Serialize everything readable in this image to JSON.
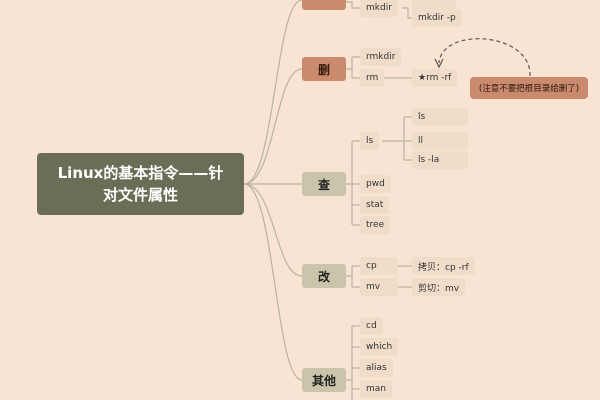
{
  "root": {
    "title_line1": "Linux的基本指令——针",
    "title_line2": "对文件属性"
  },
  "branches": {
    "delete": {
      "label": "删",
      "items": [
        "rmkdir",
        "rm"
      ],
      "rm_option": "★rm -rf",
      "warning": "(注意不要把根目录给删了)"
    },
    "query": {
      "label": "查",
      "items": [
        "ls",
        "pwd",
        "stat",
        "tree"
      ],
      "ls_children": [
        "ls",
        "ll",
        "ls -la"
      ]
    },
    "modify": {
      "label": "改",
      "items": [
        "cp",
        "mv"
      ],
      "cp_desc": "拷贝：cp -rf",
      "mv_desc": "剪切：mv"
    },
    "other": {
      "label": "其他",
      "items": [
        "cd",
        "which",
        "alias",
        "man"
      ]
    },
    "create_partial": {
      "items": [
        "mkdir",
        "mkdir -p"
      ]
    }
  }
}
